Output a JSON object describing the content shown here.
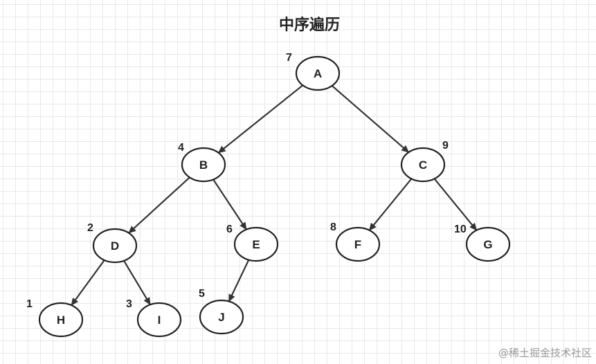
{
  "title": "中序遍历",
  "watermark": "@稀土掘金技术社区",
  "nodes": {
    "A": {
      "label": "A",
      "order": "7"
    },
    "B": {
      "label": "B",
      "order": "4"
    },
    "C": {
      "label": "C",
      "order": "9"
    },
    "D": {
      "label": "D",
      "order": "2"
    },
    "E": {
      "label": "E",
      "order": "6"
    },
    "F": {
      "label": "F",
      "order": "8"
    },
    "G": {
      "label": "G",
      "order": "10"
    },
    "H": {
      "label": "H",
      "order": "1"
    },
    "I": {
      "label": "I",
      "order": "3"
    },
    "J": {
      "label": "J",
      "order": "5"
    }
  },
  "edges": [
    {
      "from": "A",
      "to": "B"
    },
    {
      "from": "A",
      "to": "C"
    },
    {
      "from": "B",
      "to": "D"
    },
    {
      "from": "B",
      "to": "E"
    },
    {
      "from": "C",
      "to": "F"
    },
    {
      "from": "C",
      "to": "G"
    },
    {
      "from": "D",
      "to": "H"
    },
    {
      "from": "D",
      "to": "I"
    },
    {
      "from": "E",
      "to": "J"
    }
  ]
}
